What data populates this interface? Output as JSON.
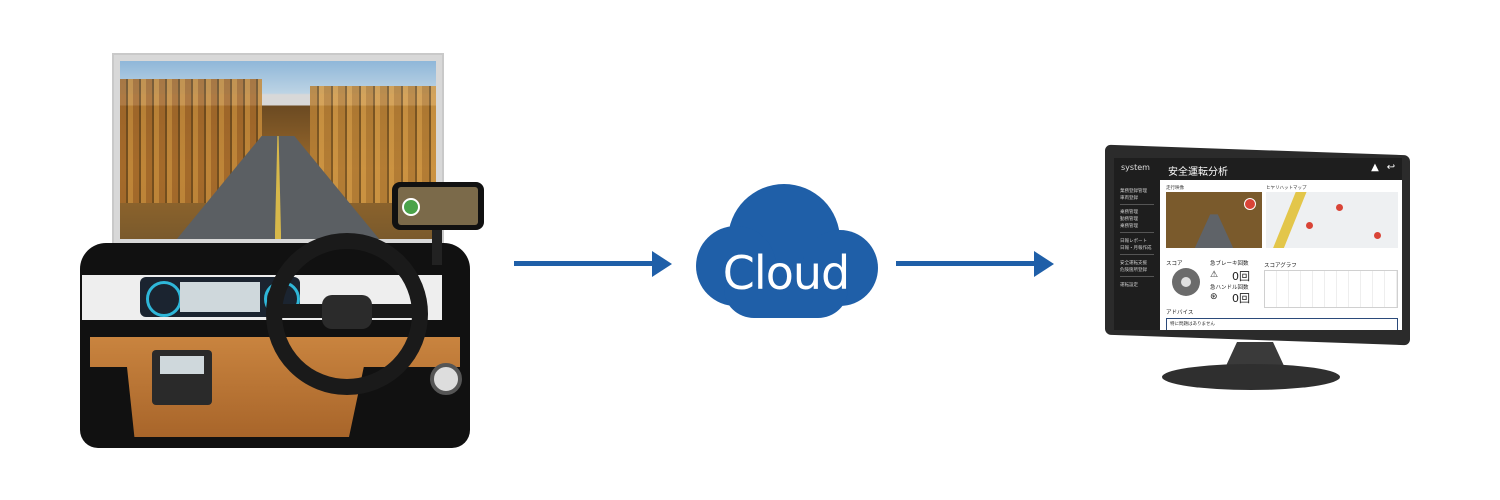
{
  "cloud": {
    "label": "Cloud",
    "color": "#1f5fa8"
  },
  "arrow_color": "#1f5fa8",
  "monitor": {
    "sidebar_title": "system",
    "screen_title": "安全運転分析",
    "sidebar_items": [
      "業務登録管理",
      "車両登録",
      "乗務管理",
      "勤務管理",
      "乗務管理",
      "日報レポート",
      "日報・月報作成",
      "安全運転支援",
      "危険箇所登録",
      "運転設定"
    ],
    "photo_caption": "走行映像",
    "map_caption": "ヒヤリハットマップ",
    "score_label": "スコア",
    "brake_label": "急ブレーキ回数",
    "brake_count": "0回",
    "steer_label": "急ハンドル回数",
    "steer_count": "0回",
    "chart_label": "スコアグラフ",
    "advice_label": "アドバイス",
    "advice_text": "特に問題はありません"
  }
}
